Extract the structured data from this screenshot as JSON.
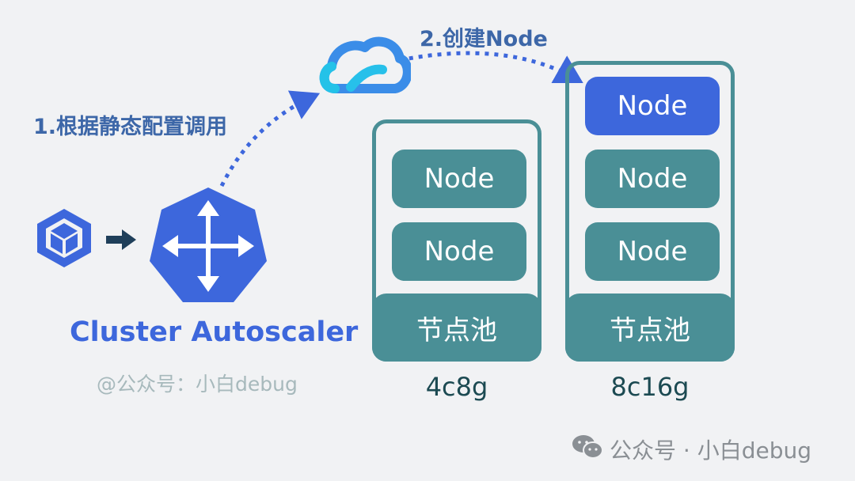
{
  "steps": {
    "step1": "1.根据静态配置调用",
    "step2": "2.创建Node"
  },
  "autoscaler": {
    "title": "Cluster Autoscaler",
    "author": "@公众号：小白debug",
    "icon": "kubernetes-autoscaler-icon",
    "source_icon": "gke-cube-icon"
  },
  "cloud": {
    "icon": "tencent-cloud-icon"
  },
  "pools": [
    {
      "nodes": [
        "Node",
        "Node"
      ],
      "footer": "节点池",
      "spec": "4c8g"
    },
    {
      "nodes": [
        "Node",
        "Node",
        "Node"
      ],
      "footer": "节点池",
      "spec": "8c16g"
    }
  ],
  "watermark": {
    "text": "公众号 · 小白debug",
    "icon": "wechat-icon"
  },
  "colors": {
    "teal": "#4a8f96",
    "blue": "#3d67dc",
    "label_blue": "#3d67a8",
    "background": "#f1f2f4"
  }
}
